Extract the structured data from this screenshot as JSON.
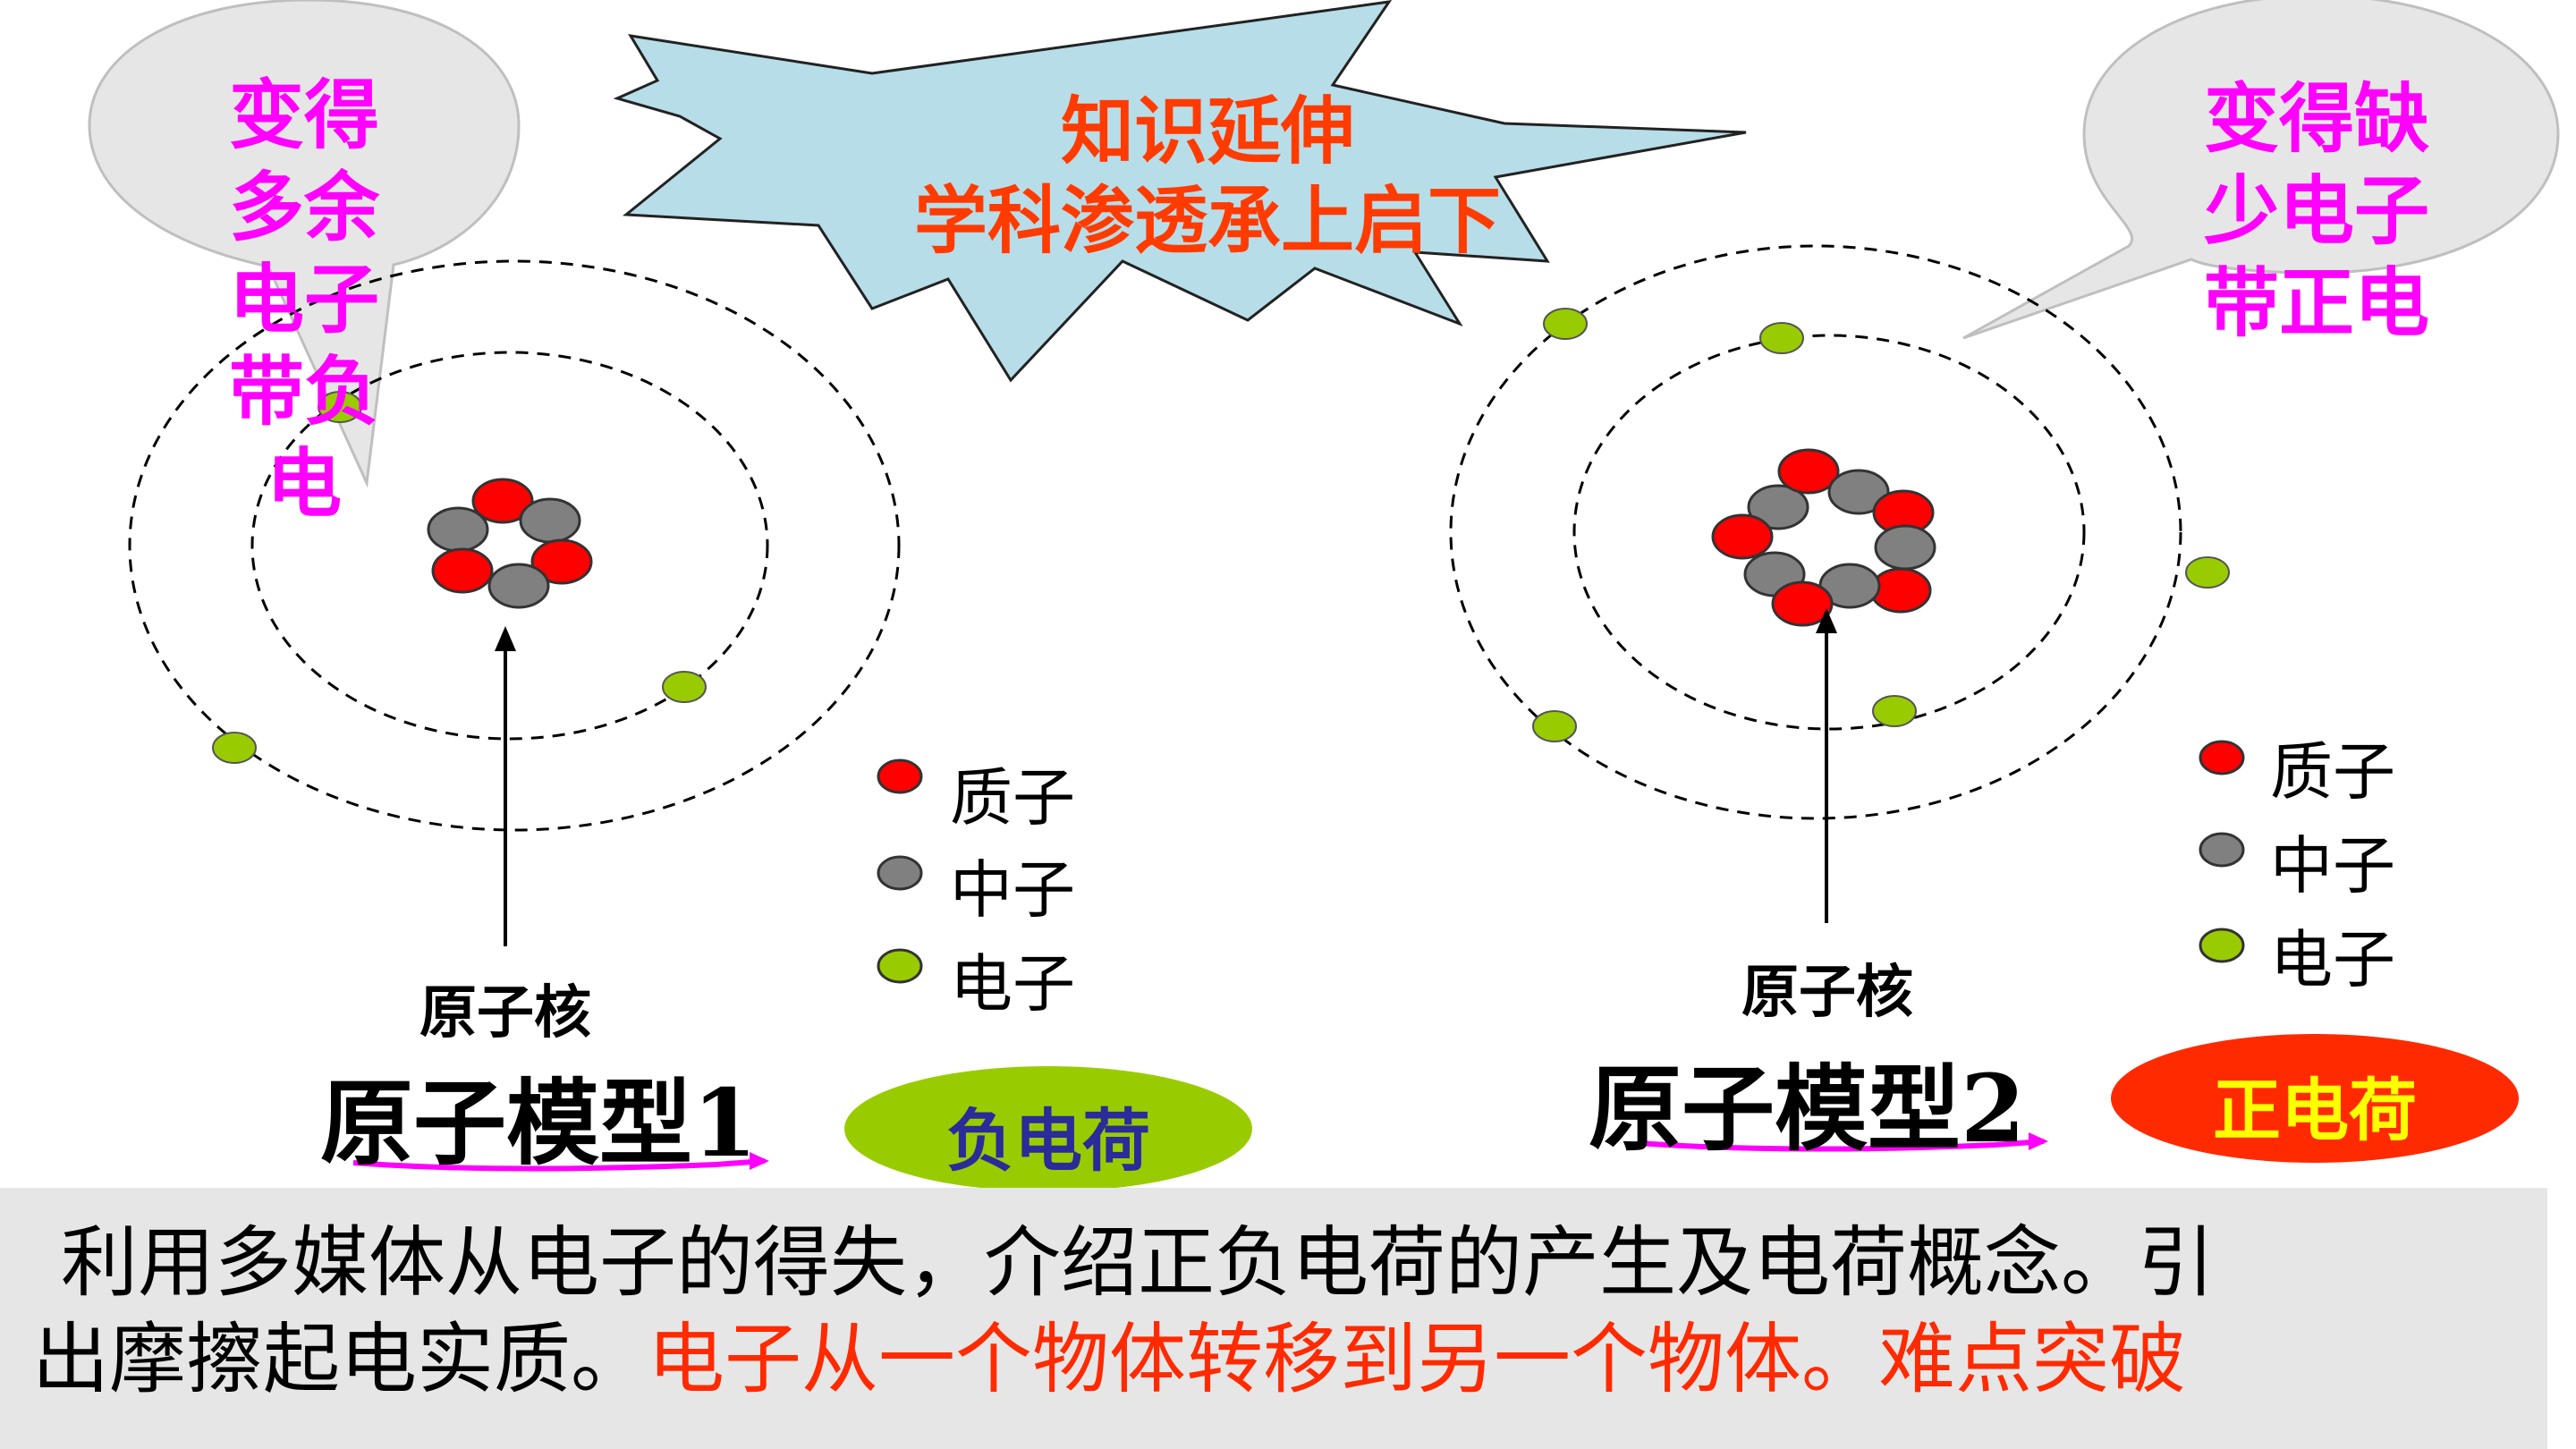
{
  "bubbles": {
    "left_lines": [
      "变得",
      "多余",
      "电子",
      "带负",
      "电"
    ],
    "right_lines": [
      "变得缺",
      "少电子",
      "带正电"
    ]
  },
  "star": {
    "line1": "知识延伸",
    "line2": "学科渗透承上启下"
  },
  "legend1": {
    "proton": "质子",
    "neutron": "中子",
    "electron": "电子"
  },
  "legend2": {
    "proton": "质子",
    "neutron": "中子",
    "electron": "电子"
  },
  "model1": {
    "nucleus_label": "原子核",
    "title": "原子模型1",
    "badge": "负电荷"
  },
  "model2": {
    "nucleus_label": "原子核",
    "title": "原子模型2",
    "badge": "正电荷"
  },
  "footer": {
    "line1": "利用多媒体从电子的得失，介绍正负电荷的产生及电荷概念。引",
    "line2_black": "出摩擦起电实质。",
    "line2_red": "电子从一个物体转移到另一个物体。难点突破"
  },
  "colors": {
    "proton": "#ff0000",
    "neutron": "#808080",
    "electron": "#99cc00",
    "bubble_text": "#ff00ff",
    "star_fill": "#b7dde8",
    "star_text": "#ff3b00",
    "badge_negative": "#99cc00",
    "badge_negative_text": "#2b2b9a",
    "badge_positive": "#ff2a00",
    "badge_positive_text": "#ffff00",
    "underline": "#ff00ff",
    "footer_bg": "#e6e6e6",
    "footer_red": "#ff2a00"
  }
}
